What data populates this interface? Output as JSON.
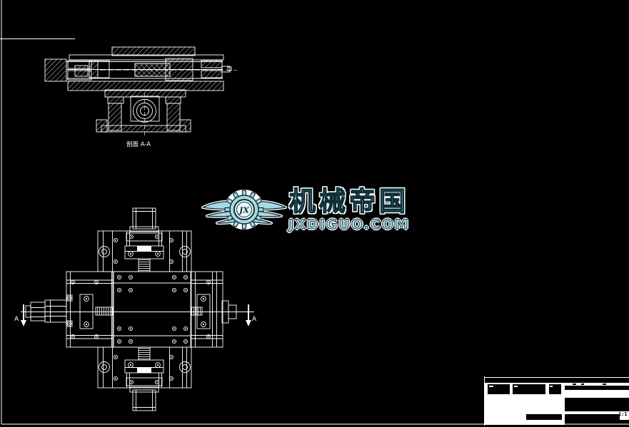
{
  "colors": {
    "background": "#000000",
    "line": "#ffffff",
    "logo_fill": "#a7d9e4",
    "logo_outline": "#0e2f38"
  },
  "logo": {
    "brand_text": "机械帝国",
    "domain_text": "JXDIGUO.COM",
    "monogram": "JX"
  },
  "section_view": {
    "caption": "剖面 A-A"
  },
  "plan_view": {
    "section_arrow_left": "A",
    "section_arrow_right": "A"
  },
  "title_block": {
    "scale_value": "1:1"
  }
}
